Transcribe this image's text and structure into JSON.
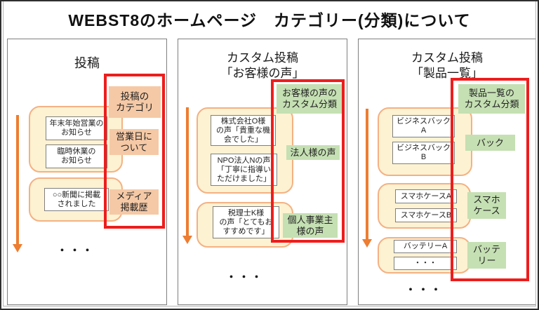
{
  "title": "WEBST8のホームページ　カテゴリー(分類)について",
  "colors": {
    "red_frame": "#ee1d1d",
    "orange_arrow": "#ed7d31",
    "container_fill": "#fdf2d2",
    "container_border": "#f4b183",
    "salmon_tag": "#f5c9a6",
    "green_tag": "#c5e0b3",
    "panel_border": "#7f7f7f",
    "text": "#262626"
  },
  "panels": [
    {
      "header": "投稿",
      "category_title": "投稿の\nカテゴリ",
      "groups": [
        {
          "items": [
            "年末年始営業の\nお知らせ",
            "臨時休業の\nお知らせ"
          ],
          "category": "営業日に\nついて"
        },
        {
          "items": [
            "○○新聞に掲載\nされました"
          ],
          "category": "メディア\n掲載歴"
        }
      ],
      "more": "・・・"
    },
    {
      "header": "カスタム投稿\n「お客様の声」",
      "category_title": "お客様の声の\nカスタム分類",
      "groups": [
        {
          "items": [
            "株式会社O様\nの声「貴重な機\n会でした」",
            "NPO法人Nの声\n「丁寧に指導い\nただけました」"
          ],
          "category": "法人様の声"
        },
        {
          "items": [
            "税理士K様\nの声「とてもお\nすすめです」"
          ],
          "category": "個人事業主\n様の声"
        }
      ],
      "more": "・・・"
    },
    {
      "header": "カスタム投稿\n「製品一覧」",
      "category_title": "製品一覧の\nカスタム分類",
      "groups": [
        {
          "items": [
            "ビジネスバック\nA",
            "ビジネスバック\nB"
          ],
          "category": "バック"
        },
        {
          "items": [
            "スマホケースA",
            "スマホケースB"
          ],
          "category": "スマホ\nケース"
        },
        {
          "items": [
            "バッテリーA",
            "・・・"
          ],
          "category": "バッテ\nリー"
        }
      ],
      "more": "・・・"
    }
  ]
}
